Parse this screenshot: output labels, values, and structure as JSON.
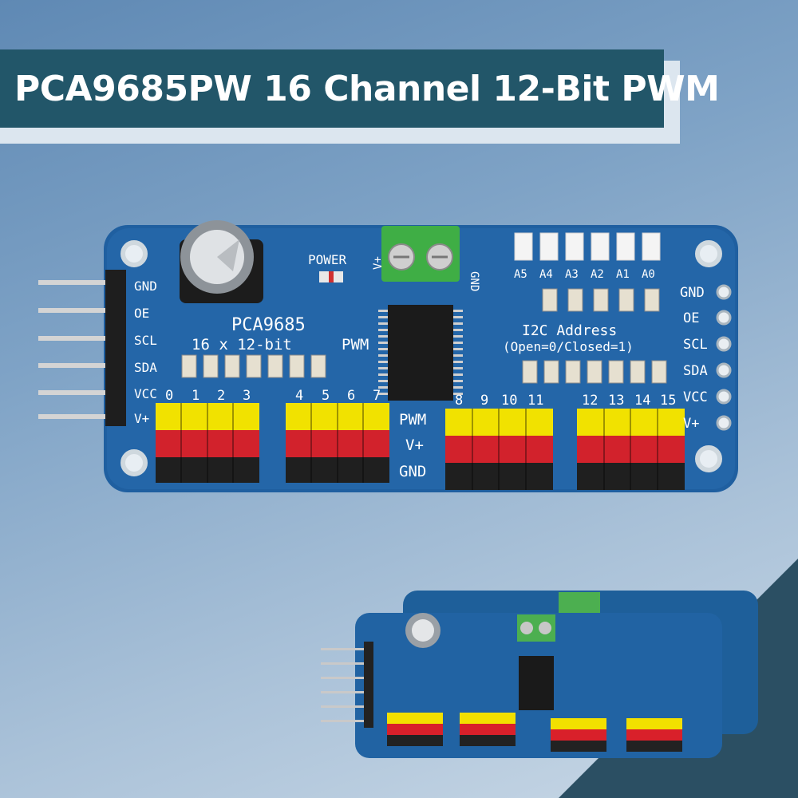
{
  "banner": {
    "title": "PCA9685PW 16 Channel 12-Bit PWM"
  },
  "board": {
    "left_pins": [
      "GND",
      "OE",
      "SCL",
      "SDA",
      "VCC",
      "V+"
    ],
    "right_pins": [
      "GND",
      "OE",
      "SCL",
      "SDA",
      "VCC",
      "V+"
    ],
    "power_label": "POWER",
    "terminal_labels": [
      "V+",
      "GND"
    ],
    "chip_name": "PCA9685",
    "chip_sub": "16 x 12-bit",
    "pwm_label": "PWM",
    "address_jumpers": [
      "A5",
      "A4",
      "A3",
      "A2",
      "A1",
      "A0"
    ],
    "i2c_title": "I2C Address",
    "i2c_note": "(Open=0/Closed=1)",
    "channels": [
      "0",
      "1",
      "2",
      "3",
      "4",
      "5",
      "6",
      "7",
      "8",
      "9",
      "10",
      "11",
      "12",
      "13",
      "14",
      "15"
    ],
    "row_labels": [
      "PWM",
      "V+",
      "GND"
    ]
  }
}
